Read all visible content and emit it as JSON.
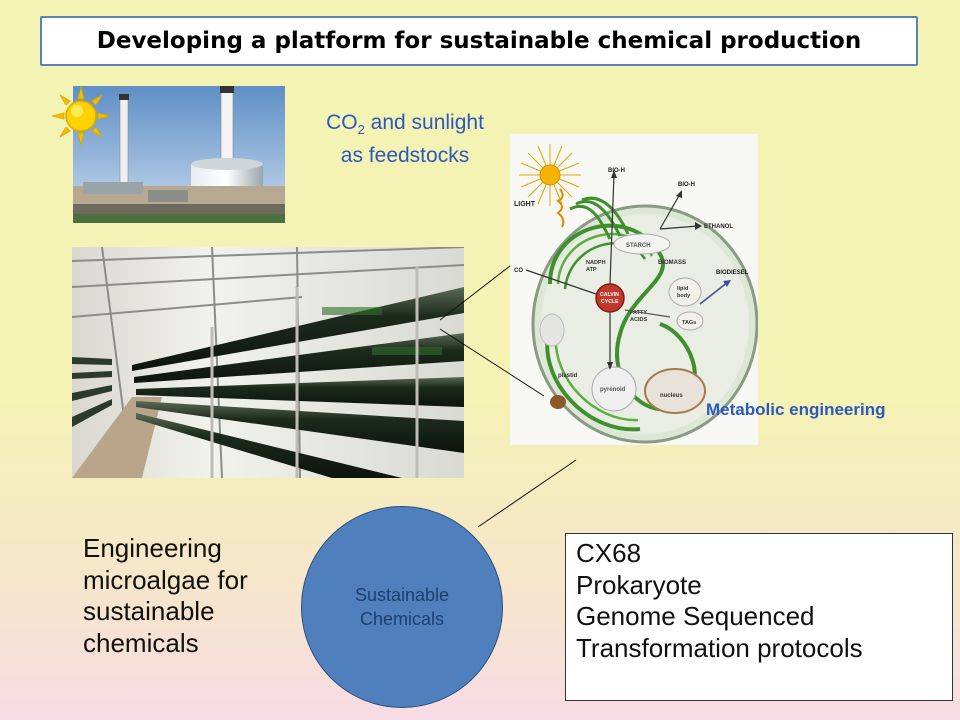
{
  "slide": {
    "title": "Developing a platform for sustainable chemical production",
    "co2_label": {
      "prefix": "CO",
      "subscript": "2",
      "suffix": " and sunlight",
      "line2": "as feedstocks"
    },
    "metabolic_label": "Metabolic engineering",
    "circle": {
      "line1": "Sustainable",
      "line2": "Chemicals"
    },
    "engineering_text": [
      "Engineering",
      "microalgae for",
      "sustainable",
      "chemicals"
    ],
    "info_box": [
      "CX68",
      "Prokaryote",
      "Genome Sequenced",
      "Transformation protocols"
    ]
  },
  "diagram": {
    "labels": {
      "light": "LIGHT",
      "bio_h2_top": "BIO-H",
      "bio_h2_right": "BIO-H",
      "ethanol": "ETHANOL",
      "co2": "CO",
      "starch": "STARCH",
      "nadph": "NADPH",
      "atp": "ATP",
      "biomass": "BIOMASS",
      "biodiesel": "BIODIESEL",
      "calvin": "CALVIN",
      "cycle": "CYCLE",
      "fatty": "FATTY",
      "acids": "ACIDS",
      "lipid": "lipid",
      "body": "body",
      "tags": "TAGs",
      "plastid": "plastid",
      "pyrenoid": "pyrenoid",
      "nucleus": "nucleus"
    }
  },
  "colors": {
    "title_border": "#5b82b8",
    "blue_label": "#2c58c0",
    "circle_fill": "#4f7fbd",
    "thylakoid_green": "#3f8f2f",
    "calvin_red": "#c0392b"
  },
  "icons": {
    "sun": "sun-icon"
  }
}
